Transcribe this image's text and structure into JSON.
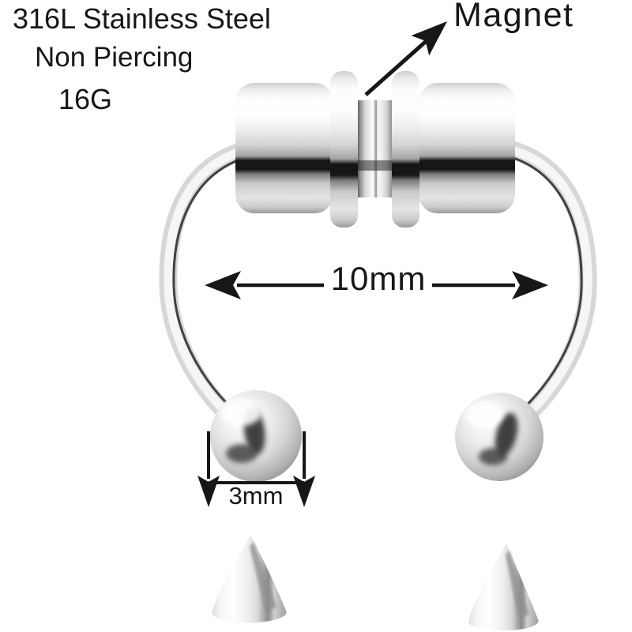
{
  "labels": {
    "material": "316L Stainless Steel",
    "piercing_type": "Non Piercing",
    "gauge": "16G",
    "magnet": "Magnet",
    "inner_diameter": "10mm",
    "ball_diameter": "3mm"
  },
  "colors": {
    "background": "#ffffff",
    "annotation": "#171717",
    "metal_highlight": "#ffffff",
    "metal_light": "#f2f2f2",
    "metal_mid": "#c4c4c4",
    "metal_shadow": "#8f8f8f",
    "metal_dark_band": "#161616"
  },
  "illustration": {
    "parts": [
      "magnet-clasp-barbell",
      "horseshoe-ring-wire",
      "ball-end-left",
      "ball-end-right",
      "spike-cone-left",
      "spike-cone-right"
    ]
  }
}
